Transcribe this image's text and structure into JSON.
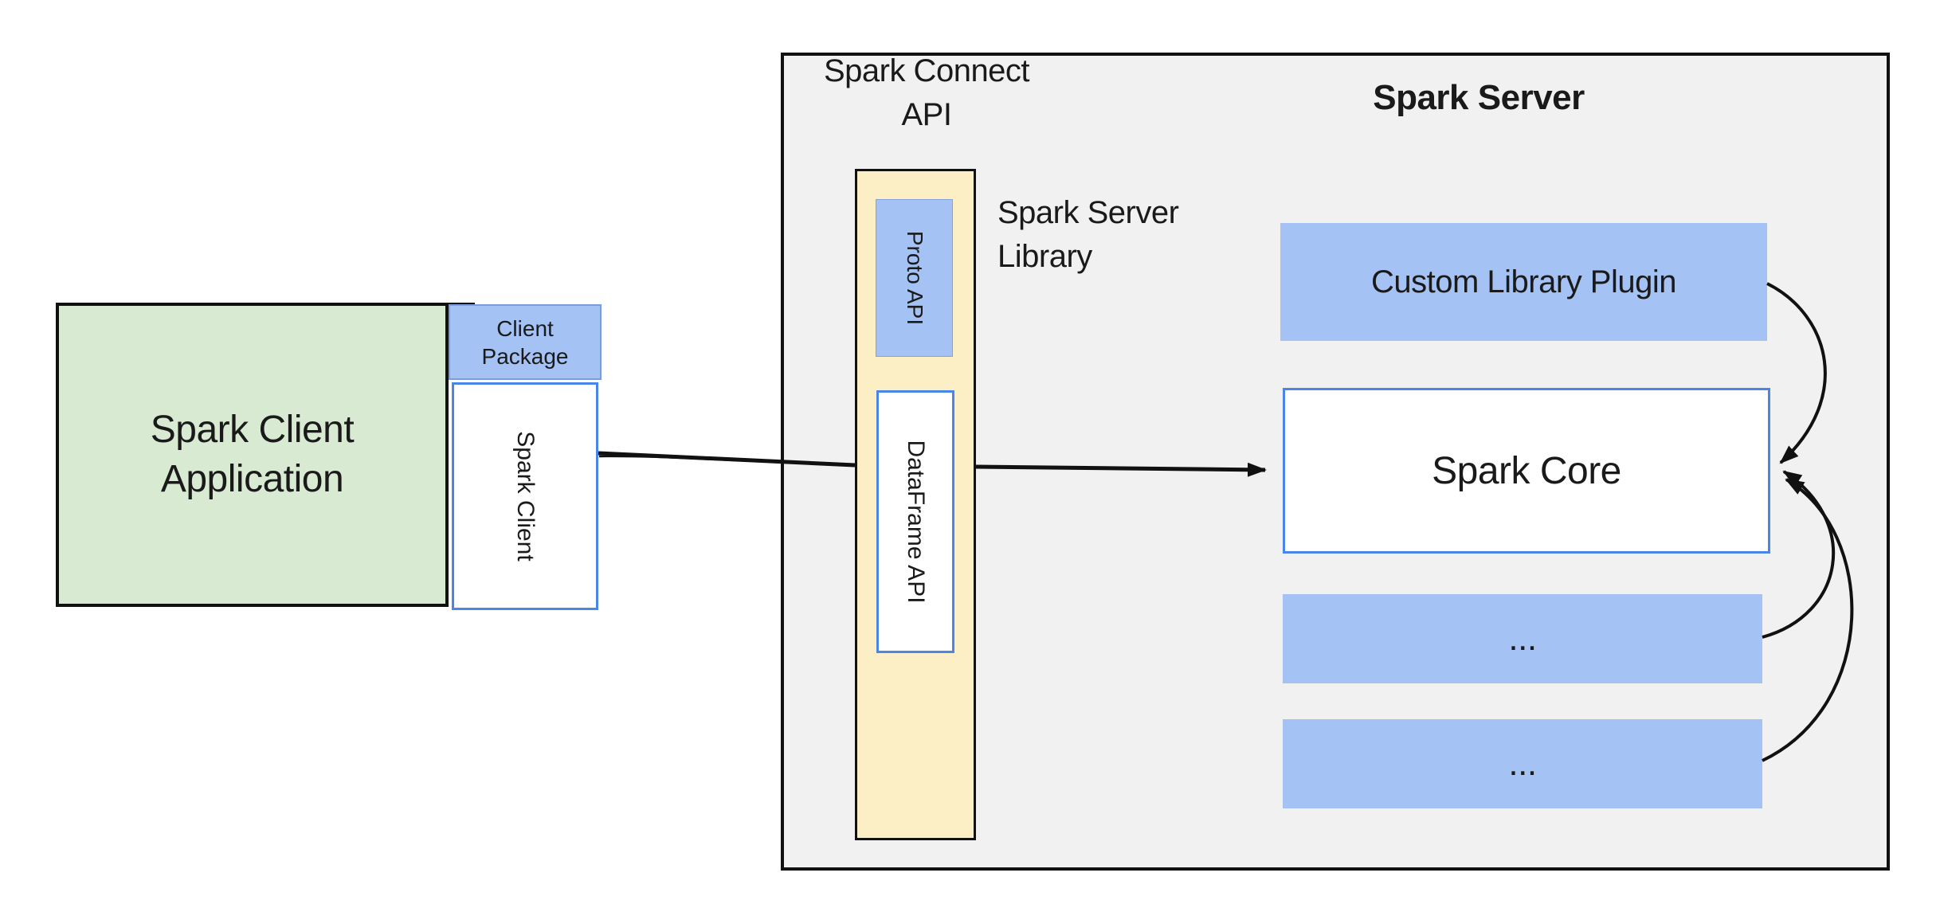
{
  "diagram": {
    "client": {
      "app_label_lines": [
        "Spark Client",
        "Application"
      ],
      "package_label_lines": [
        "Client",
        "Package"
      ],
      "spark_client_label": "Spark Client"
    },
    "connect": {
      "title_lines": [
        "Spark Connect",
        "API"
      ],
      "proto_label": "Proto API",
      "dataframe_label": "DataFrame API",
      "library_label_lines": [
        "Spark Server",
        "Library"
      ]
    },
    "server": {
      "title": "Spark Server",
      "plugin_label": "Custom Library Plugin",
      "core_label": "Spark Core",
      "ellipsis_1": "...",
      "ellipsis_2": "..."
    }
  },
  "colors": {
    "green": "#d9ead3",
    "blue": "#a4c2f4",
    "blue_border": "#4a86e8",
    "yellow": "#fcefc6",
    "gray": "#f1f1f1",
    "line": "#111111",
    "text": "#1a1a1a"
  }
}
